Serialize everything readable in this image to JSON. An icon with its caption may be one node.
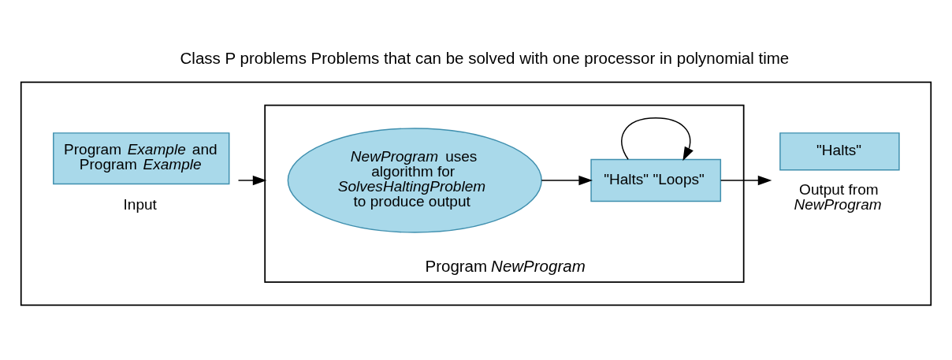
{
  "diagram": {
    "title": "Class P problems Problems that can be solved with one processor in polynomial time",
    "nodes": [
      {
        "text": [],
        "shape": "box"
      },
      {
        "text": [
          "Program *Example* and Program *Example*"
        ],
        "in": 0,
        "beside": [
          "Input"
        ]
      },
      {
        "text": [
          "Program *NewProgram*"
        ],
        "in": 0
      },
      {
        "text": [
          "*NewProgram* uses algorithm for *SolvesHaltingProblem* to produce output"
        ],
        "in": 2
      },
      {
        "text": [
          "\"Halts\" \"Loops\""
        ],
        "in": 2
      },
      {
        "text": [
          "\"Halts\""
        ],
        "in": 0,
        "beside": [
          "Output from *NewProgram*"
        ]
      }
    ],
    "edges": [
      {
        "from": 1,
        "to": 2,
        "arrow": "to"
      },
      {
        "from": 3,
        "to": 4,
        "arrow": "to"
      },
      {
        "from": 4,
        "to": 4,
        "arrow": "to"
      },
      {
        "from": 4,
        "to": 5,
        "arrow": "to"
      }
    ]
  }
}
